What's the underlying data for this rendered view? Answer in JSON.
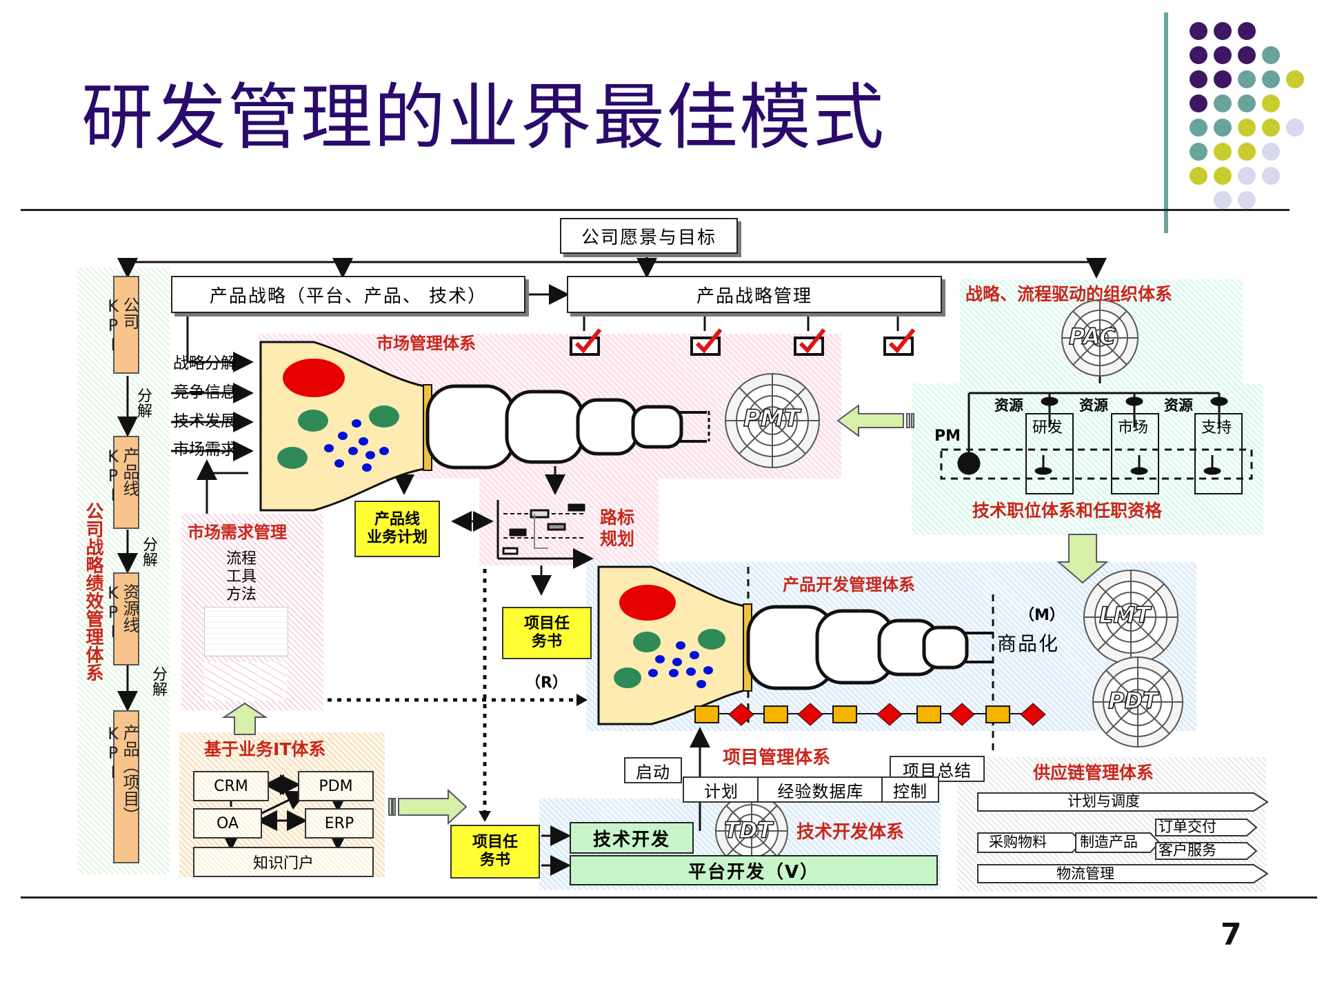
{
  "title": "研发管理的业界最佳模式",
  "page_number": "7",
  "top_box": "公司愿景与目标",
  "strategy_box": "产品战略（平台、产品、 技术）",
  "strategy_mgmt_box": "产品战略管理",
  "kpi": {
    "company": "公司KPI",
    "product_line": "产品线KPI",
    "resource_line": "资源线KPI",
    "product_project": "产品（项目）KPI",
    "decompose": "分解",
    "system_label": "公司战略绩效管理体系"
  },
  "inputs": [
    "战略分解",
    "竞争信息",
    "技术发展",
    "市场需求"
  ],
  "market_mgmt": {
    "label": "市场管理体系",
    "team": "PMT"
  },
  "org_system": {
    "label": "战略、流程驱动的组织体系",
    "council": "PAC",
    "pm": "PM",
    "resource": "资源",
    "departments": [
      "研发",
      "市场",
      "支持"
    ],
    "footer": "技术职位体系和任职资格"
  },
  "demand_mgmt": {
    "label": "市场需求管理",
    "items": [
      "流程",
      "工具",
      "方法"
    ]
  },
  "scrolls": {
    "business_plan": "产品线\n业务计划",
    "task_book_1": "项目任\n务书",
    "task_book_2": "项目任\n务书"
  },
  "roadmap": "路标\n规划",
  "dev_mgmt": {
    "label": "产品开发管理体系",
    "m_label": "（M）",
    "commercial": "商品化",
    "team1": "LMT",
    "team2": "PDT",
    "r_label": "（R）"
  },
  "it_system": {
    "label": "基于业务IT体系",
    "items": [
      "CRM",
      "PDM",
      "OA",
      "ERP",
      "知识门户"
    ]
  },
  "project_mgmt": {
    "label": "项目管理体系",
    "start": "启动",
    "plan": "计划",
    "experience": "经验数据库",
    "control": "控制",
    "summary": "项目总结"
  },
  "tech_dev": {
    "team": "TDT",
    "label": "技术开发体系",
    "tech_box": "技术开发",
    "platform_box": "平台开发（V）"
  },
  "supply_chain": {
    "label": "供应链管理体系",
    "plan": "计划与调度",
    "purchase": "采购物料",
    "manufacture": "制造产品",
    "order": "订单交付",
    "service": "客户服务",
    "logistics": "物流管理"
  },
  "colors": {
    "title": "#2a0a6b",
    "label_red": "#c8261a",
    "kpi_fill": "#f9c48c",
    "funnel_fill": "#fdebb1",
    "red_dot": "#e60000",
    "green_dot": "#2e8b57",
    "blue_dot": "#0010d8",
    "scroll_fill": "#ffff33",
    "dot_purple": "#3d1763",
    "dot_teal": "#6aa39b",
    "dot_olive": "#c8cc2e",
    "dot_lavender": "#d8d8ec"
  }
}
